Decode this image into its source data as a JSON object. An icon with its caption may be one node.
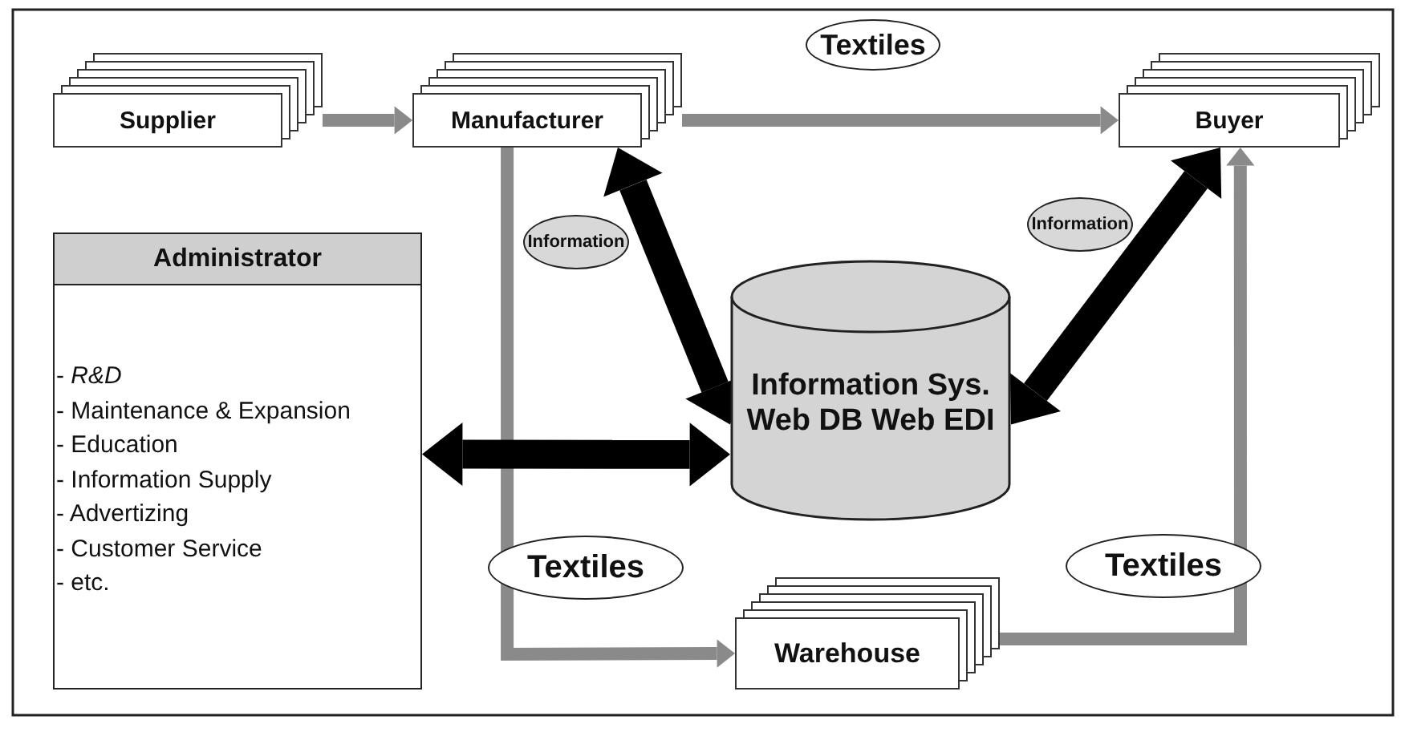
{
  "diagram": {
    "nodes": [
      {
        "text": [
          "Supplier"
        ]
      },
      {
        "text": [
          "Manufacturer"
        ]
      },
      {
        "text": [
          "Buyer"
        ]
      },
      {
        "text": [
          "Administrator",
          "- *R&D*",
          "- Maintenance & Expansion",
          "- Education",
          "- Information Supply",
          "- Advertizing",
          "- Customer Service",
          "- etc."
        ]
      },
      {
        "text": [
          "Information Sys. Web DB Web EDI"
        ]
      },
      {
        "text": [
          "Warehouse"
        ]
      }
    ],
    "edges": [
      {
        "from": 0,
        "to": 1,
        "arrow": "to"
      },
      {
        "from": 1,
        "to": 2,
        "arrow": "to",
        "label": "Textiles"
      },
      {
        "from": 1,
        "to": 5,
        "arrow": "to",
        "label": "Textiles"
      },
      {
        "from": 5,
        "to": 2,
        "arrow": "to",
        "label": "Textiles"
      },
      {
        "from": 4,
        "to": 1,
        "arrow": "both",
        "label": "Information",
        "style": "thick",
        "color": "#000000"
      },
      {
        "from": 4,
        "to": 2,
        "arrow": "both",
        "label": "Information",
        "style": "thick",
        "color": "#000000"
      },
      {
        "from": 3,
        "to": 4,
        "arrow": "both",
        "style": "thick",
        "color": "#000000"
      }
    ]
  }
}
